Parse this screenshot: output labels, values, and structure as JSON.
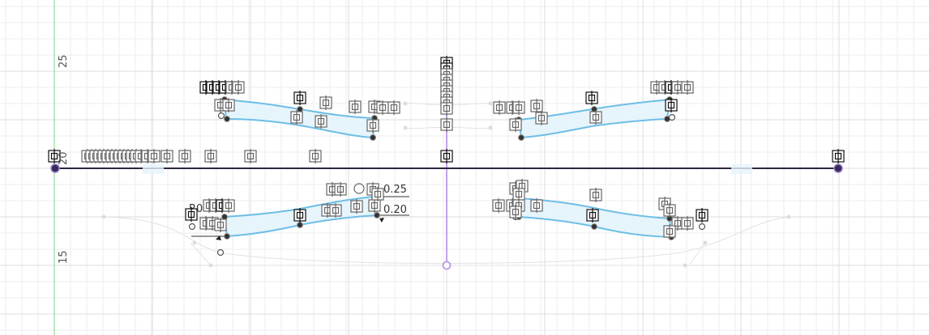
{
  "view": {
    "y_labels": [
      "25",
      "20",
      "15"
    ],
    "dimensions": {
      "upper": "0.25",
      "lower": "0.20",
      "radius_prefix": "R0"
    }
  },
  "colors": {
    "background": "#ffffff",
    "grid_minor": "#eeeeee",
    "grid_major": "#dcdcdc",
    "vertical_axis": "#8fdc8f",
    "horizontal_line": "#2a2840",
    "center_line": "#b48ae8",
    "spline": "#6ebee6",
    "spline_fill": "#e6f4fb",
    "constraint_icon": "#555555"
  },
  "icons": {
    "constraint": "coincident-constraint-icon",
    "point": "sketch-point-icon"
  }
}
